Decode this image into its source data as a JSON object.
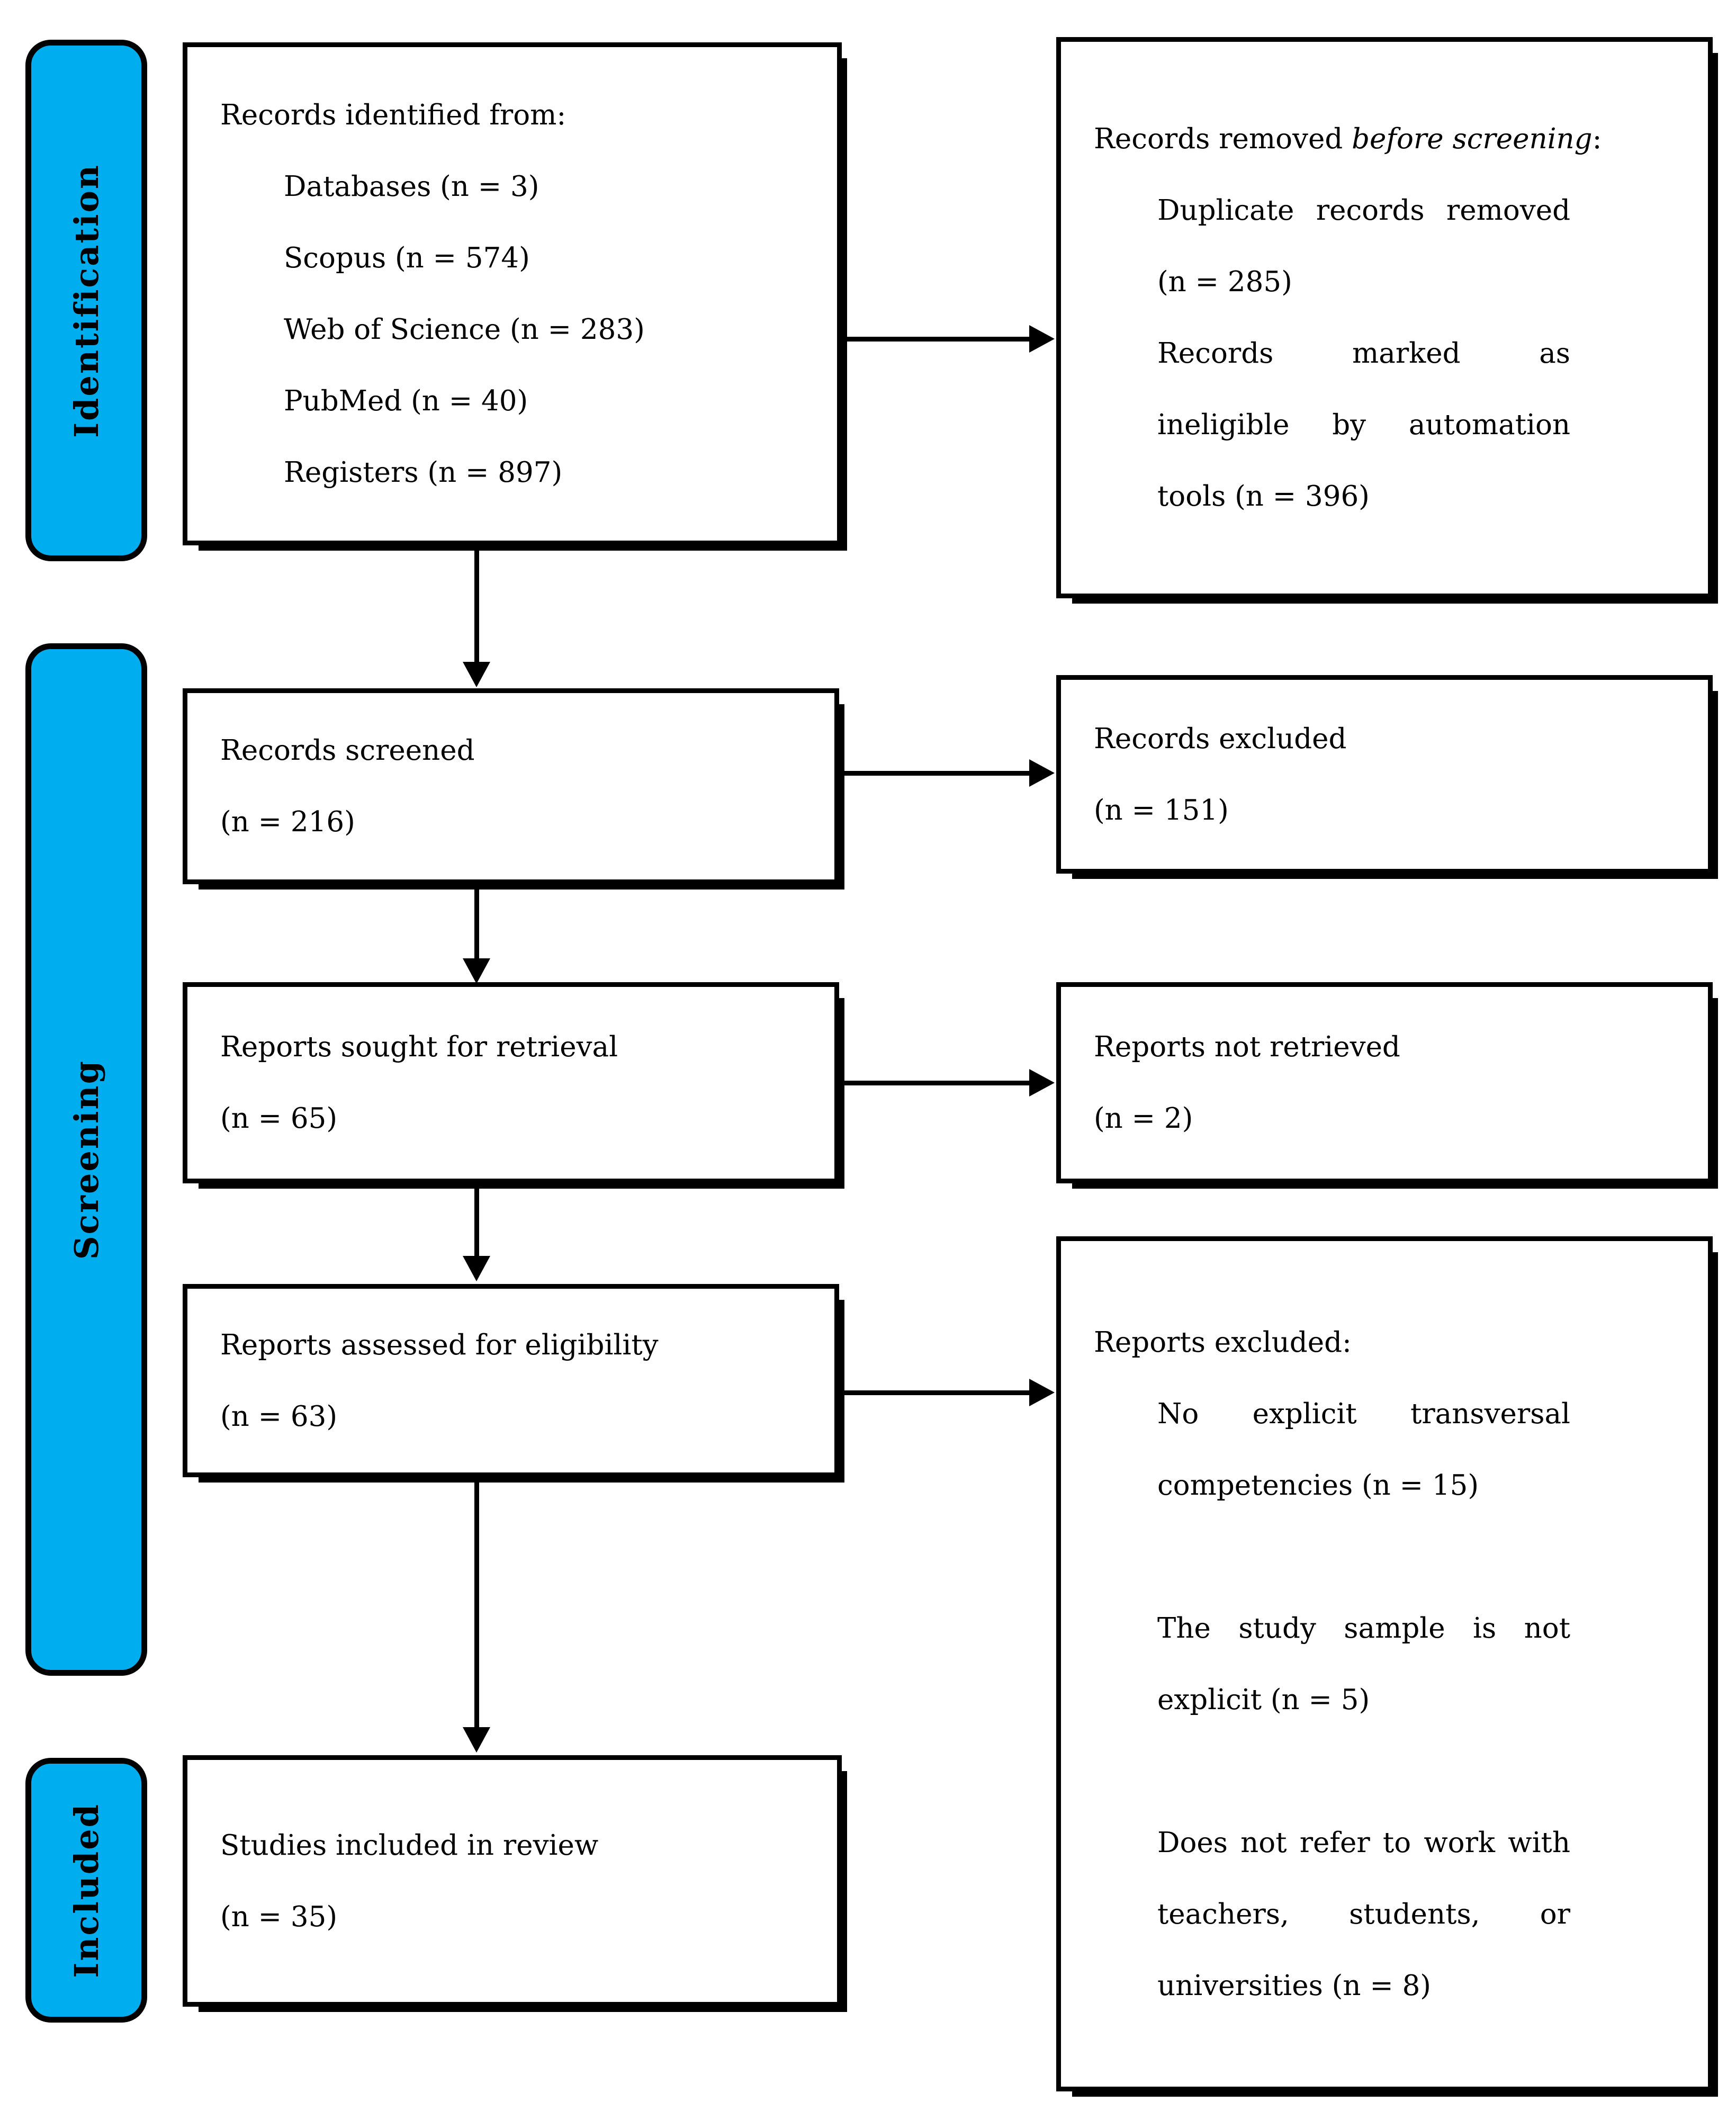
{
  "diagram": {
    "stages": [
      {
        "label": "Identification"
      },
      {
        "label": "Screening"
      },
      {
        "label": "Included"
      }
    ],
    "boxes": {
      "identified": {
        "title": "Records identified from:",
        "items": [
          "Databases (n = 3)",
          "Scopus (n = 574)",
          "Web of Science (n = 283)",
          "PubMed (n = 40)",
          "Registers (n = 897)"
        ]
      },
      "removed": {
        "title_prefix": "Records removed ",
        "title_italic": "before screening",
        "title_suffix": ":",
        "items": [
          "Duplicate records removed (n = 285)",
          "Records marked as ineligible by automation tools (n = 396)"
        ]
      },
      "screened": {
        "label": "Records screened",
        "count": "(n = 216)"
      },
      "excluded": {
        "label": "Records excluded",
        "count": "(n = 151)"
      },
      "sought": {
        "label": "Reports sought for retrieval",
        "count": "(n = 65)"
      },
      "not_retrieved": {
        "label": "Reports not retrieved",
        "count": "(n = 2)"
      },
      "assessed": {
        "label": "Reports assessed for eligibility",
        "count": "(n = 63)"
      },
      "reports_excluded": {
        "title": "Reports excluded:",
        "items": [
          "No explicit transversal competencies (n = 15)",
          "The study sample is not explicit (n = 5)",
          "Does not refer to work with teachers, students, or universities (n = 8)"
        ]
      },
      "included": {
        "label": "Studies included in review",
        "count": "(n = 35)"
      }
    },
    "colors": {
      "stage_fill": "#00AEEF",
      "box_border": "#000000",
      "box_fill": "#FFFFFF"
    }
  }
}
